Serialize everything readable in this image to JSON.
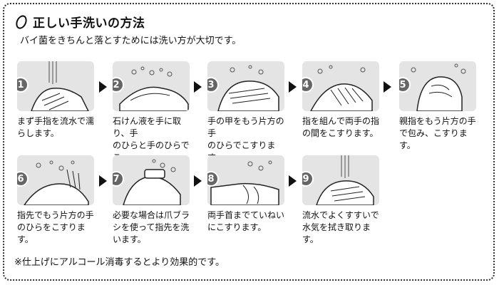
{
  "title": "正しい手洗いの方法",
  "subtitle": "バイ菌をきちんと落とすためには洗い方が大切です。",
  "note": "※仕上げにアルコール消毒するとより効果的です。",
  "steps": [
    {
      "num": "1",
      "caption": "まず手指を流水で濡\nらします。",
      "icon": "hands-under-water-icon"
    },
    {
      "num": "2",
      "caption": "石けん液を手に取り、手\nのひらと手のひらでこ\nすり、よく泡立てます。",
      "icon": "palms-rubbing-icon"
    },
    {
      "num": "3",
      "caption": "手の甲をもう片方の手\nのひらでこすります。",
      "icon": "back-of-hand-icon"
    },
    {
      "num": "4",
      "caption": "指を組んで両手の指\nの間をこすります。",
      "icon": "interlaced-fingers-icon"
    },
    {
      "num": "5",
      "caption": "親指をもう片方の手\nで包み、こすります。",
      "icon": "thumb-wrap-icon"
    },
    {
      "num": "6",
      "caption": "指先でもう片方の手\nのひらをこすります。",
      "icon": "fingertips-icon"
    },
    {
      "num": "7",
      "caption": "必要な場合は爪ブラ\nシを使って指先を洗\nいます。",
      "icon": "nail-brush-icon"
    },
    {
      "num": "8",
      "caption": "両手首までていねい\nにこすります。",
      "icon": "wrists-icon"
    },
    {
      "num": "9",
      "caption": "流水でよくすすいで\n水気を拭き取ります。",
      "icon": "rinse-icon"
    }
  ]
}
